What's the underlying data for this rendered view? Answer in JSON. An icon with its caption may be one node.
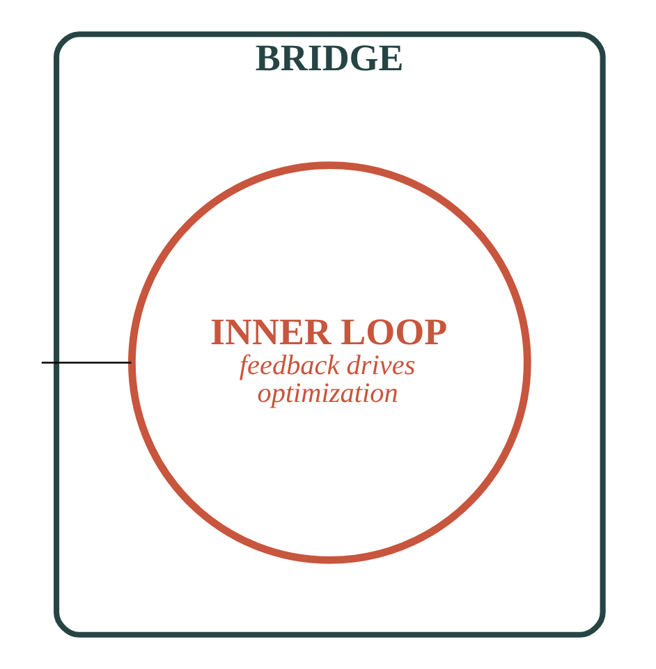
{
  "diagram": {
    "nodes": [
      {
        "text": [
          "BRIDGE"
        ]
      },
      {
        "text": [
          "INNER LOOP",
          "feedback drives optimization"
        ],
        "in": 0
      }
    ],
    "edges": [
      {
        "from": null,
        "to": 1,
        "arrow": "none"
      }
    ]
  }
}
